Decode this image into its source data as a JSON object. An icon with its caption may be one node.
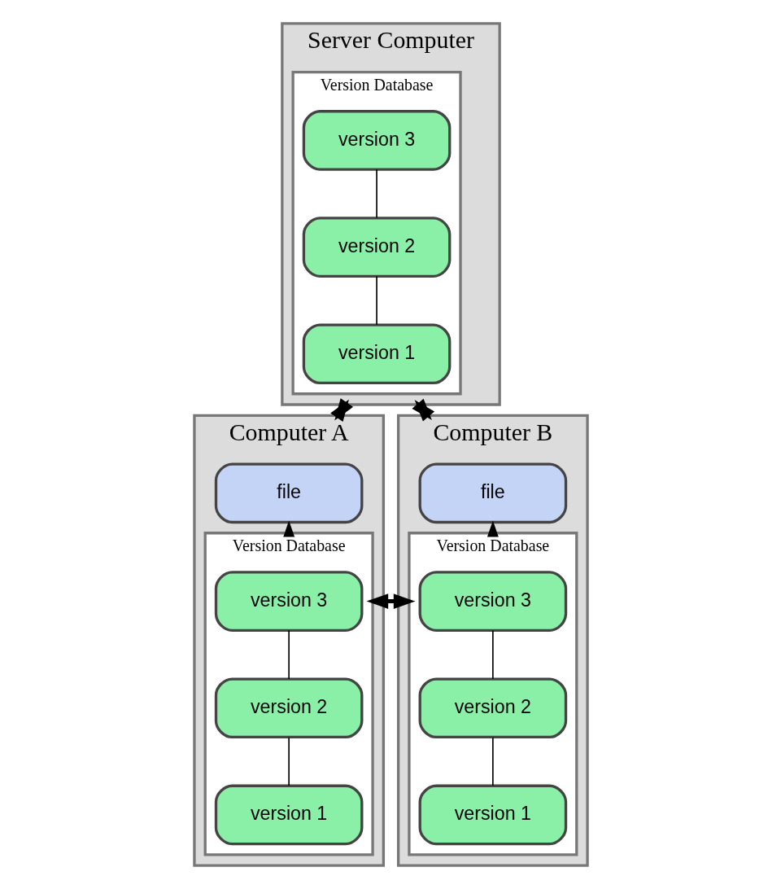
{
  "diagram": {
    "nodes": [
      {
        "text": [
          "Server Computer"
        ]
      },
      {
        "text": [
          "Version Database"
        ],
        "in": 0
      },
      {
        "text": [
          "version 3"
        ],
        "in": 1
      },
      {
        "text": [
          "version 2"
        ],
        "in": 1
      },
      {
        "text": [
          "version 1"
        ],
        "in": 1
      },
      {
        "text": [
          "Computer A"
        ]
      },
      {
        "text": [
          "file"
        ],
        "in": 5
      },
      {
        "text": [
          "Version Database"
        ],
        "in": 5
      },
      {
        "text": [
          "version 3"
        ],
        "in": 7
      },
      {
        "text": [
          "version 2"
        ],
        "in": 7
      },
      {
        "text": [
          "version 1"
        ],
        "in": 7
      },
      {
        "text": [
          "Computer B"
        ]
      },
      {
        "text": [
          "file"
        ],
        "in": 11
      },
      {
        "text": [
          "Version Database"
        ],
        "in": 11
      },
      {
        "text": [
          "version 3"
        ],
        "in": 13
      },
      {
        "text": [
          "version 2"
        ],
        "in": 13
      },
      {
        "text": [
          "version 1"
        ],
        "in": 13
      }
    ],
    "edges": [
      {
        "from": 2,
        "to": 3,
        "arrow": "none"
      },
      {
        "from": 3,
        "to": 4,
        "arrow": "none"
      },
      {
        "from": 0,
        "to": 5,
        "arrow": "both",
        "style": "thick"
      },
      {
        "from": 0,
        "to": 11,
        "arrow": "both",
        "style": "thick"
      },
      {
        "from": 7,
        "to": 6,
        "arrow": "to"
      },
      {
        "from": 8,
        "to": 9,
        "arrow": "none"
      },
      {
        "from": 9,
        "to": 10,
        "arrow": "none"
      },
      {
        "from": 7,
        "to": 13,
        "arrow": "both",
        "style": "thick"
      },
      {
        "from": 13,
        "to": 12,
        "arrow": "to"
      },
      {
        "from": 14,
        "to": 15,
        "arrow": "none"
      },
      {
        "from": 15,
        "to": 16,
        "arrow": "none"
      }
    ]
  }
}
